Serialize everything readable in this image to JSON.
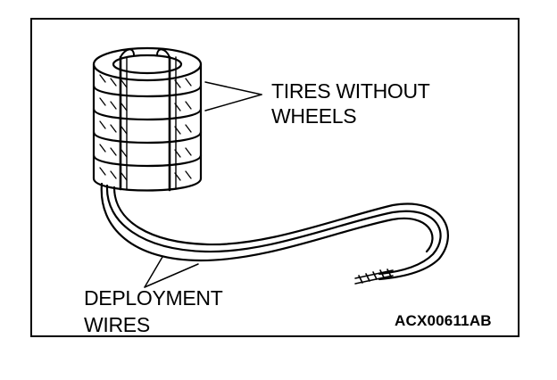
{
  "labels": {
    "tires_line1": "TIRES WITHOUT",
    "tires_line2": "WHEELS",
    "wires_line1": "DEPLOYMENT",
    "wires_line2": "WIRES"
  },
  "figure_code": "ACX00611AB",
  "colors": {
    "line": "#000000",
    "background": "#ffffff"
  }
}
